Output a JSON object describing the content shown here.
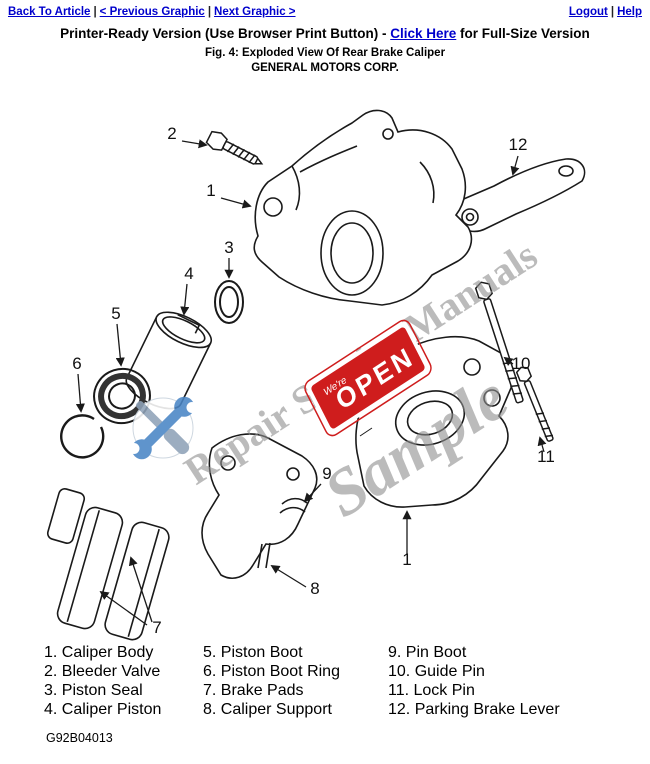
{
  "nav": {
    "separator": "|",
    "back_to_article": "Back To Article",
    "previous_graphic": "< Previous Graphic",
    "next_graphic": "Next Graphic >",
    "logout": "Logout",
    "help": "Help"
  },
  "header": {
    "printer_prefix": "Printer-Ready Version (Use Browser Print Button) - ",
    "printer_link": "Click Here",
    "printer_suffix": " for Full-Size Version",
    "figure_caption": "Fig. 4: Exploded View Of Rear Brake Caliper",
    "company": "GENERAL MOTORS CORP."
  },
  "diagram": {
    "watermark_line": "Repair Service Manuals",
    "watermark_sample": "Sample",
    "open_badge": {
      "small": "We're",
      "label": "OPEN"
    },
    "callouts": {
      "c1": "1",
      "c2": "2",
      "c3": "3",
      "c4": "4",
      "c5": "5",
      "c6": "6",
      "c7": "7",
      "c8": "8",
      "c9": "9",
      "c10": "10",
      "c11": "11",
      "c12": "12"
    }
  },
  "legend": {
    "items": [
      "1. Caliper Body",
      "2. Bleeder Valve",
      "3. Piston Seal",
      "4. Caliper Piston",
      "5. Piston Boot",
      "6. Piston Boot Ring",
      "7. Brake Pads",
      "8. Caliper Support",
      "9. Pin Boot",
      "10. Guide Pin",
      "11. Lock Pin",
      "12. Parking Brake Lever"
    ]
  },
  "footer": {
    "figure_code": "G92B04013"
  },
  "colors": {
    "link_blue": "#0000cc",
    "watermark_gray": "#8f8f8f",
    "open_red": "#cf1d1d",
    "wrench_blue": "#4a86c6",
    "screwdriver_gray": "#8fa2b8"
  }
}
